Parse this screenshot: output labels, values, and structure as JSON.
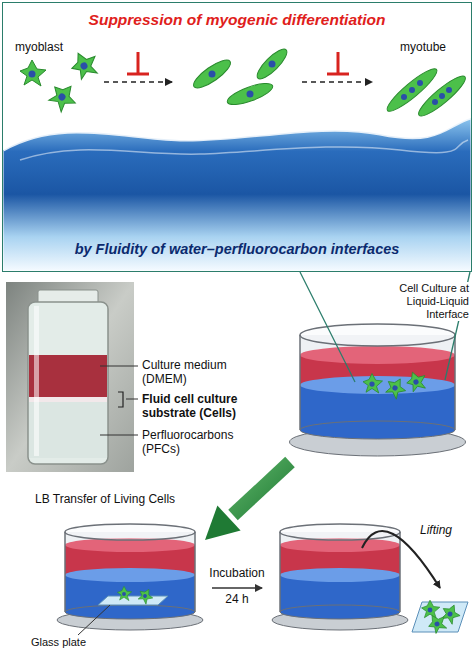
{
  "diagram": {
    "nodes": [
      {
        "text": [
          "Suppression of myogenic differentiation",
          "by Fluidity of water–perfluorocarbon interfaces"
        ]
      }
    ],
    "labels": [
      "myoblast",
      "myotube",
      "Culture medium (DMEM)",
      "Fluid cell culture substrate (Cells)",
      "Perfluorocarbons (PFCs)",
      "Cell Culture at Liquid-Liquid Interface",
      "LB Transfer of Living Cells",
      "Incubation",
      "24 h",
      "Glass plate",
      "Lifting"
    ]
  }
}
